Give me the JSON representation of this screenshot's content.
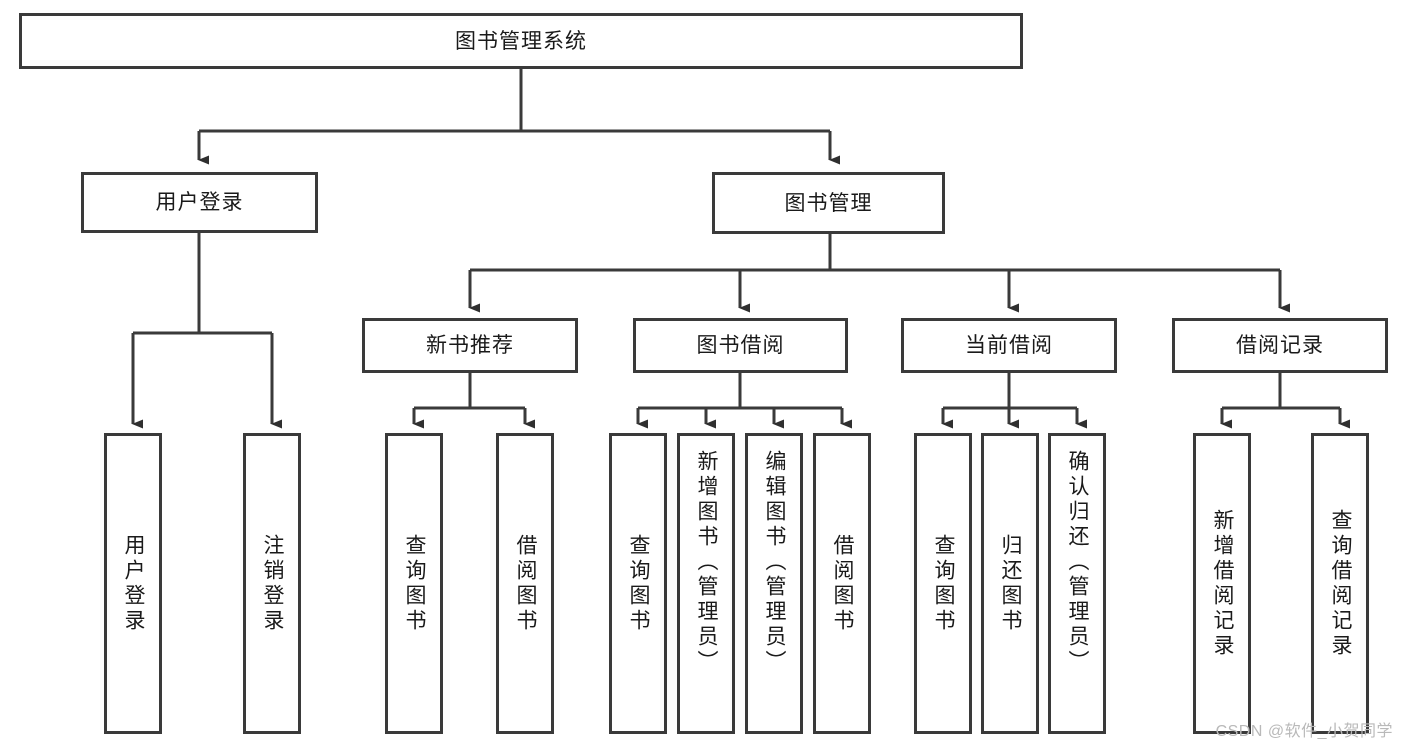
{
  "diagram": {
    "title": "图书管理系统",
    "type": "tree-hierarchy",
    "watermark": "CSDN @软件_小贺同学",
    "colors": {
      "background": "#ffffff",
      "border": "#3a3a3a",
      "text": "#1a1a1a",
      "edge": "#3a3a3a",
      "watermark": "#b9b9b9"
    },
    "nodes": {
      "root": {
        "label": "图书管理系统"
      },
      "level1": [
        {
          "id": "user-login",
          "label": "用户登录"
        },
        {
          "id": "book-manage",
          "label": "图书管理"
        }
      ],
      "level2": [
        {
          "id": "new-book-recommend",
          "label": "新书推荐"
        },
        {
          "id": "book-borrow",
          "label": "图书借阅"
        },
        {
          "id": "current-borrow",
          "label": "当前借阅"
        },
        {
          "id": "borrow-record",
          "label": "借阅记录"
        }
      ],
      "leaves": {
        "user_login": [
          {
            "id": "leaf-user-login",
            "label": "用户登录"
          },
          {
            "id": "leaf-logout",
            "label": "注销登录"
          }
        ],
        "new_book_recommend": [
          {
            "id": "leaf-query-book-1",
            "label": "查询图书"
          },
          {
            "id": "leaf-borrow-book-1",
            "label": "借阅图书"
          }
        ],
        "book_borrow": [
          {
            "id": "leaf-query-book-2",
            "label": "查询图书"
          },
          {
            "id": "leaf-add-book",
            "label": "新增图书（管理员）"
          },
          {
            "id": "leaf-edit-book",
            "label": "编辑图书（管理员）"
          },
          {
            "id": "leaf-borrow-book-2",
            "label": "借阅图书"
          }
        ],
        "current_borrow": [
          {
            "id": "leaf-query-book-3",
            "label": "查询图书"
          },
          {
            "id": "leaf-return-book",
            "label": "归还图书"
          },
          {
            "id": "leaf-confirm-return",
            "label": "确认归还（管理员）"
          }
        ],
        "borrow_record": [
          {
            "id": "leaf-add-record",
            "label": "新增借阅记录"
          },
          {
            "id": "leaf-query-record",
            "label": "查询借阅记录"
          }
        ]
      }
    }
  }
}
